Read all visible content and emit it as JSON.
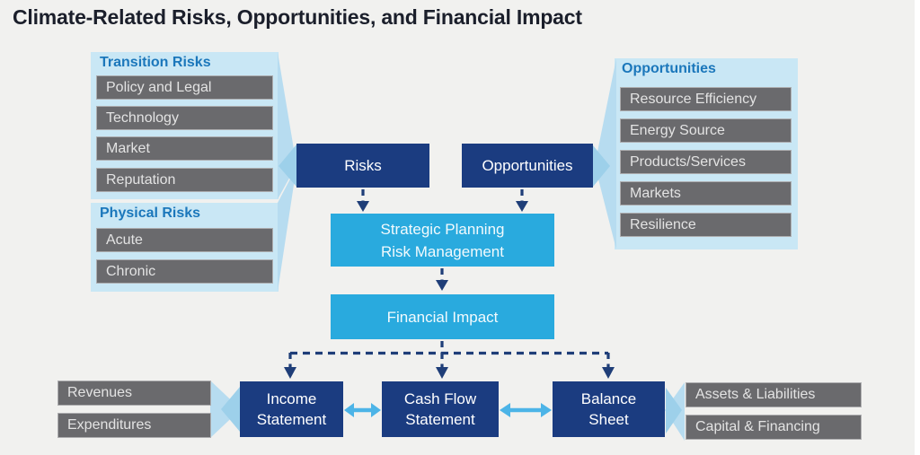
{
  "title": "Climate-Related Risks, Opportunities, and Financial Impact",
  "left": {
    "transition": {
      "header": "Transition Risks",
      "items": [
        "Policy and Legal",
        "Technology",
        "Market",
        "Reputation"
      ]
    },
    "physical": {
      "header": "Physical Risks",
      "items": [
        "Acute",
        "Chronic"
      ]
    }
  },
  "right": {
    "header": "Opportunities",
    "items": [
      "Resource Efficiency",
      "Energy Source",
      "Products/Services",
      "Markets",
      "Resilience"
    ]
  },
  "center": {
    "risks_label": "Risks",
    "opportunities_label": "Opportunities",
    "strategic_line1": "Strategic Planning",
    "strategic_line2": "Risk Management",
    "financial_label": "Financial Impact"
  },
  "statements": {
    "income_line1": "Income",
    "income_line2": "Statement",
    "cashflow_line1": "Cash Flow",
    "cashflow_line2": "Statement",
    "balance_line1": "Balance",
    "balance_line2": "Sheet"
  },
  "bottom_left": {
    "items": [
      "Revenues",
      "Expenditures"
    ]
  },
  "bottom_right": {
    "items": [
      "Assets & Liabilities",
      "Capital & Financing"
    ]
  },
  "colors": {
    "background": "#f1f1ef",
    "navy": "#1b3c80",
    "cyan": "#29aade",
    "gray_box": "#6a6a6d",
    "panel_blue": "#c9e7f5",
    "chevron_blue": "#b7dcf0",
    "chevron_dark": "#9dd0ea",
    "header_blue": "#1b77bb",
    "arrow_navy": "#1f3e78",
    "arrow_cyan": "#4cb4e7",
    "title_text": "#1b1f2b"
  }
}
